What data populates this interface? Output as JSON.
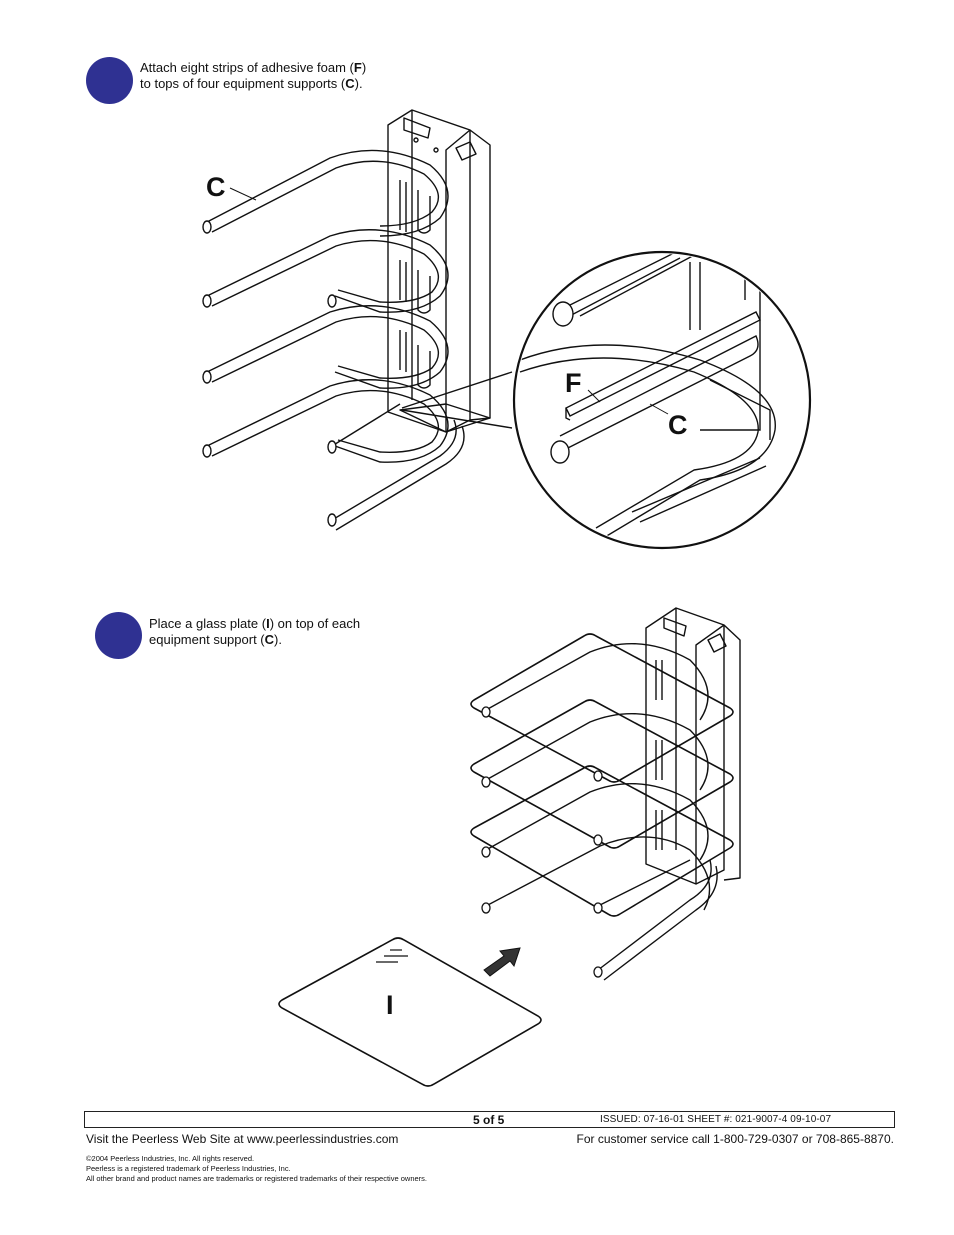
{
  "step1": {
    "line1_a": "Attach eight strips of adhesive foam (",
    "line1_b": "F",
    "line1_c": ")",
    "line2_a": "to tops of four equipment supports (",
    "line2_b": "C",
    "line2_c": ")."
  },
  "step2": {
    "line1_a": "Place a glass plate (",
    "line1_b": "I",
    "line1_c": ") on top of each",
    "line2_a": "equipment support (",
    "line2_b": "C",
    "line2_c": ")."
  },
  "callouts": {
    "c_main": "C",
    "f_detail": "F",
    "c_detail": "C",
    "i_plate": "I"
  },
  "footer": {
    "page": "5 of 5",
    "issued": "ISSUED: 07-16-01  SHEET #: 021-9007-4  09-10-07",
    "web": "Visit  the  Peerless  Web  Site  at  www.peerlessindustries.com",
    "service": "For  customer  service  call  1-800-729-0307  or  708-865-8870.",
    "copyright": "©2004 Peerless Industries, Inc.  All rights reserved.",
    "trademark": "Peerless is a registered trademark of Peerless Industries, Inc.",
    "other_marks": "All other brand and product names are trademarks or registered trademarks of their respective owners."
  },
  "colors": {
    "badge": "#2f3192",
    "ink": "#111111"
  }
}
